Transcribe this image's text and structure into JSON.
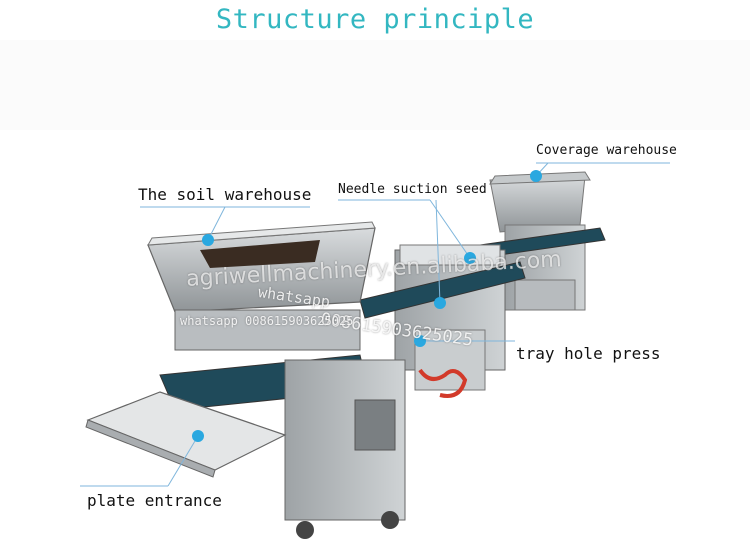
{
  "title": "Structure principle",
  "labels": {
    "soil": "The soil warehouse",
    "needle": "Needle suction seed",
    "coverage": "Coverage warehouse",
    "press": "tray hole press",
    "plate": "plate entrance"
  },
  "watermarks": {
    "site": "agriwellmachinery.en.alibaba.com",
    "whatsapp1": "whatsapp",
    "whatsapp2": "008615903625025",
    "whatsapp3": "whatsapp 008615903625025"
  },
  "colors": {
    "title": "#33b7c1",
    "marker": "#2aa8e0",
    "leader": "#7fb6dc",
    "belt": "#1f4a5a",
    "steel": "#a9adb0"
  }
}
